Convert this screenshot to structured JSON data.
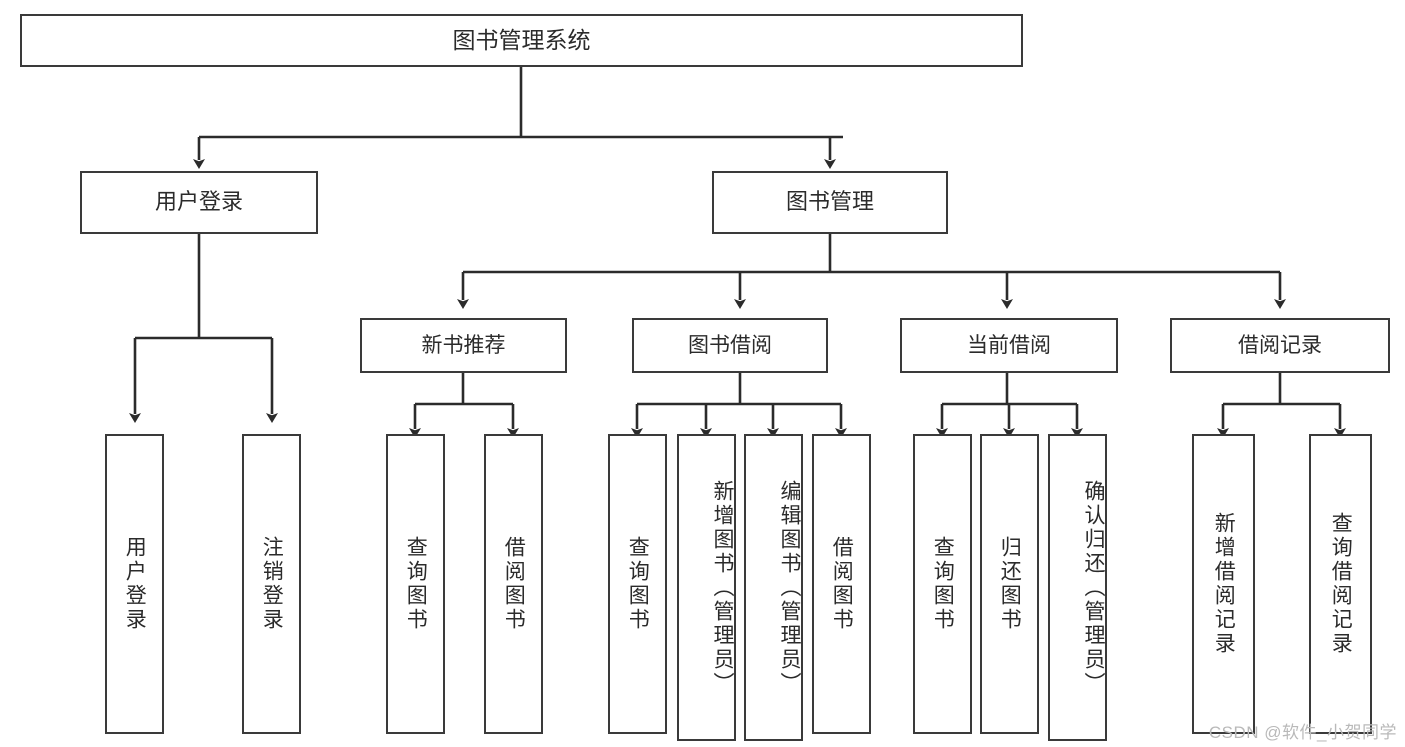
{
  "diagram": {
    "title": "图书管理系统",
    "type": "tree-hierarchy",
    "watermark": "CSDN @软件_小贺同学",
    "colors": {
      "box_border": "#3a3a3a",
      "box_fill": "#ffffff",
      "edge": "#2b2b2b",
      "text": "#2b2b2b",
      "watermark": "#b9b9b9",
      "background": "#ffffff"
    },
    "nodes": {
      "root": {
        "label": "图书管理系统"
      },
      "level2": [
        {
          "id": "user-login",
          "label": "用户登录"
        },
        {
          "id": "book-management",
          "label": "图书管理"
        }
      ],
      "level3": [
        {
          "id": "new-book-recommend",
          "label": "新书推荐"
        },
        {
          "id": "book-borrow",
          "label": "图书借阅"
        },
        {
          "id": "current-borrow",
          "label": "当前借阅"
        },
        {
          "id": "borrow-record",
          "label": "借阅记录"
        }
      ],
      "leaves": {
        "user-login": [
          {
            "id": "leaf-user-login",
            "label": "用户登录"
          },
          {
            "id": "leaf-logout-login",
            "label": "注销登录"
          }
        ],
        "new-book-recommend": [
          {
            "id": "leaf-query-book-1",
            "label": "查询图书"
          },
          {
            "id": "leaf-borrow-book-1",
            "label": "借阅图书"
          }
        ],
        "book-borrow": [
          {
            "id": "leaf-query-book-2",
            "label": "查询图书"
          },
          {
            "id": "leaf-add-book-admin",
            "label": "新增图书（管理员）"
          },
          {
            "id": "leaf-edit-book-admin",
            "label": "编辑图书（管理员）"
          },
          {
            "id": "leaf-borrow-book-2",
            "label": "借阅图书"
          }
        ],
        "current-borrow": [
          {
            "id": "leaf-query-book-3",
            "label": "查询图书"
          },
          {
            "id": "leaf-return-book",
            "label": "归还图书"
          },
          {
            "id": "leaf-confirm-return-admin",
            "label": "确认归还（管理员）"
          }
        ],
        "borrow-record": [
          {
            "id": "leaf-add-borrow-record",
            "label": "新增借阅记录"
          },
          {
            "id": "leaf-query-borrow-record",
            "label": "查询借阅记录"
          }
        ]
      }
    }
  }
}
